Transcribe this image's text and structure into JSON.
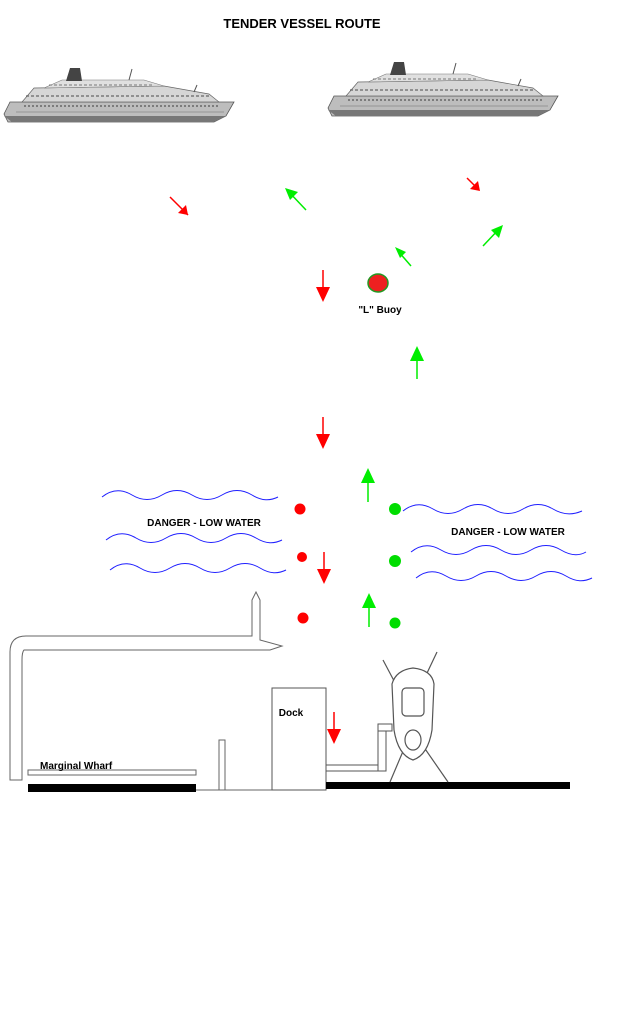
{
  "title": "TENDER VESSEL ROUTE",
  "labels": {
    "buoy": "\"L\" Buoy",
    "danger_left": "DANGER - LOW WATER",
    "danger_right": "DANGER - LOW WATER",
    "dock": "Dock",
    "wharf": "Marginal Wharf"
  },
  "colors": {
    "inbound_arrow": "#ff0000",
    "outbound_arrow": "#00ee00",
    "water_wave": "#2020ff",
    "buoy_fill": "#ee2020",
    "buoy_outline": "#229922",
    "left_markers": "#ff0000",
    "right_markers": "#00dd00",
    "ship_hull": "#c8c8c8"
  },
  "icons": {
    "ships": [
      "cruise-ship-icon",
      "cruise-ship-icon"
    ],
    "tender": "tender-boat-icon"
  }
}
